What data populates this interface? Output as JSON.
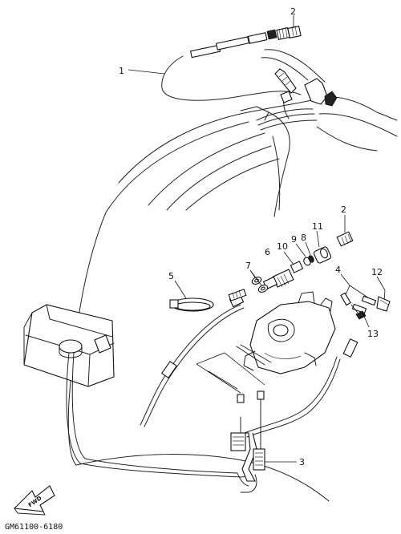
{
  "diagram": {
    "callouts": [
      {
        "id": "callout-1",
        "text": "1"
      },
      {
        "id": "callout-2a",
        "text": "2"
      },
      {
        "id": "callout-2b",
        "text": "2"
      },
      {
        "id": "callout-3",
        "text": "3"
      },
      {
        "id": "callout-4",
        "text": "4"
      },
      {
        "id": "callout-5",
        "text": "5"
      },
      {
        "id": "callout-6",
        "text": "6"
      },
      {
        "id": "callout-7",
        "text": "7"
      },
      {
        "id": "callout-8",
        "text": "8"
      },
      {
        "id": "callout-9",
        "text": "9"
      },
      {
        "id": "callout-10",
        "text": "10"
      },
      {
        "id": "callout-11",
        "text": "11"
      },
      {
        "id": "callout-12",
        "text": "12"
      },
      {
        "id": "callout-13",
        "text": "13"
      }
    ],
    "fwd_label": "FWD",
    "drawing_code": "GM61100-6180"
  }
}
